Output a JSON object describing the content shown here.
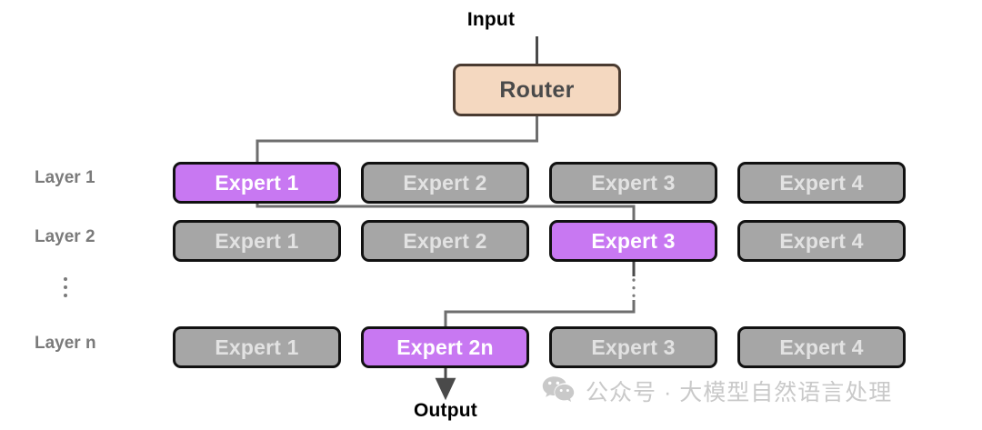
{
  "diagram": {
    "title": "Mixture-of-Experts routing diagram",
    "input_label": "Input",
    "output_label": "Output",
    "router": {
      "label": "Router"
    },
    "colors": {
      "active_expert": "#c878f2",
      "inactive_expert": "#a6a6a6",
      "router_fill": "#f4d8c0",
      "router_border": "#4a3b31",
      "expert_border": "#111111",
      "wire": "#6e6e6e",
      "layer_label": "#7a7a7a",
      "watermark": "#c9c9c9"
    },
    "rows": [
      {
        "layer_label": "Layer 1",
        "experts": [
          {
            "label": "Expert 1",
            "active": true
          },
          {
            "label": "Expert 2",
            "active": false
          },
          {
            "label": "Expert 3",
            "active": false
          },
          {
            "label": "Expert 4",
            "active": false
          }
        ]
      },
      {
        "layer_label": "Layer 2",
        "experts": [
          {
            "label": "Expert 1",
            "active": false
          },
          {
            "label": "Expert 2",
            "active": false
          },
          {
            "label": "Expert 3",
            "active": true
          },
          {
            "label": "Expert 4",
            "active": false
          }
        ]
      },
      {
        "layer_label": "Layer n",
        "experts": [
          {
            "label": "Expert 1",
            "active": false
          },
          {
            "label": "Expert 2n",
            "active": true
          },
          {
            "label": "Expert 3",
            "active": false
          },
          {
            "label": "Expert 4",
            "active": false
          }
        ]
      }
    ],
    "ellipsis": {
      "dots": 3,
      "meaning": "layers omitted"
    },
    "path": [
      "Input -> Router",
      "Router -> Layer 1 / Expert 1",
      "Layer 1 / Expert 1 -> Layer 2 / Expert 3",
      "Layer 2 / Expert 3 -> (omitted layers) -> Layer n / Expert 2n",
      "Layer n / Expert 2n -> Output"
    ]
  },
  "watermark": {
    "icon": "wechat-icon",
    "text": "公众号 · 大模型自然语言处理"
  }
}
